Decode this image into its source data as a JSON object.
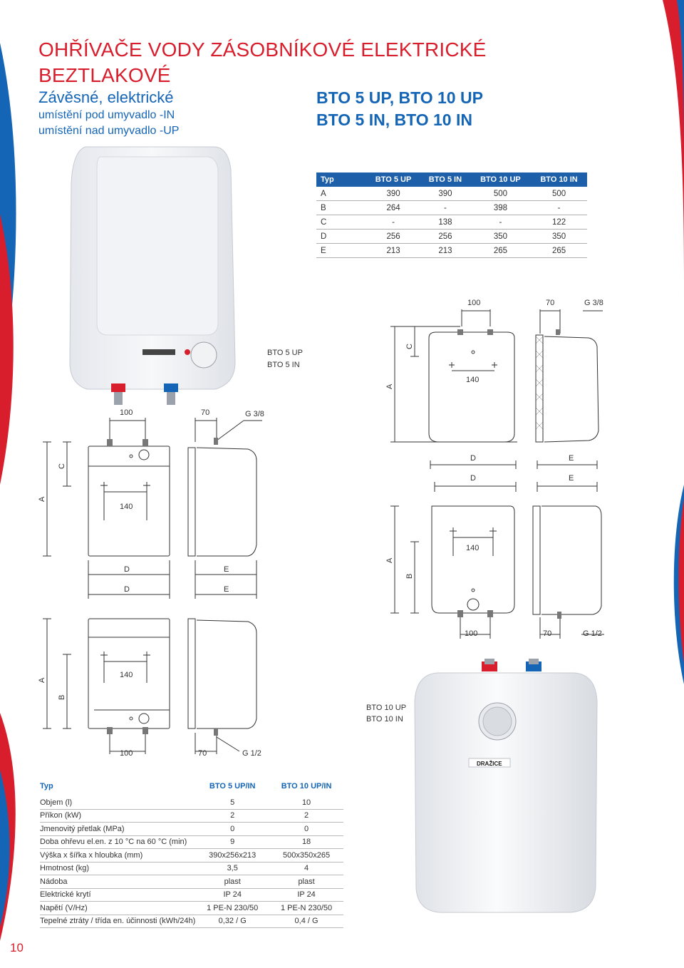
{
  "header": {
    "title_line1": "OHŘÍVAČE VODY ZÁSOBNÍKOVÉ ELEKTRICKÉ",
    "title_line2": "BEZTLAKOVÉ",
    "subtitle": "Závěsné, elektrické",
    "placement_in": "umístění pod umyvadlo -IN",
    "placement_up": "umístění nad umyvadlo -UP",
    "models_line1": "BTO 5 UP, BTO 10 UP",
    "models_line2": "BTO 5 IN, BTO 10 IN"
  },
  "dimension_table": {
    "headers": [
      "Typ",
      "BTO 5 UP",
      "BTO 5 IN",
      "BTO 10 UP",
      "BTO 10 IN"
    ],
    "rows": [
      [
        "A",
        "390",
        "390",
        "500",
        "500"
      ],
      [
        "B",
        "264",
        "-",
        "398",
        "-"
      ],
      [
        "C",
        "-",
        "138",
        "-",
        "122"
      ],
      [
        "D",
        "256",
        "256",
        "350",
        "350"
      ],
      [
        "E",
        "213",
        "213",
        "265",
        "265"
      ]
    ]
  },
  "drawings": {
    "small_label_1": "BTO 5 UP",
    "small_label_2": "BTO 5 IN",
    "large_label_1": "BTO 10 UP",
    "large_label_2": "BTO 10 IN",
    "dim_100": "100",
    "dim_70": "70",
    "dim_140": "140",
    "thread_38": "G 3/8",
    "thread_12": "G 1/2",
    "letter_a": "A",
    "letter_b": "B",
    "letter_c": "C",
    "letter_d": "D",
    "letter_e": "E",
    "brand": "DRAŽICE"
  },
  "spec_table": {
    "headers": [
      "Typ",
      "BTO 5 UP/IN",
      "BTO 10 UP/IN"
    ],
    "rows": [
      [
        "Objem (l)",
        "5",
        "10"
      ],
      [
        "Příkon (kW)",
        "2",
        "2"
      ],
      [
        "Jmenovitý přetlak (MPa)",
        "0",
        "0"
      ],
      [
        "Doba ohřevu el.en. z 10 °C na 60 °C (min)",
        "9",
        "18"
      ],
      [
        "Výška x šířka x hloubka (mm)",
        "390x256x213",
        "500x350x265"
      ],
      [
        "Hmotnost (kg)",
        "3,5",
        "4"
      ],
      [
        "Nádoba",
        "plast",
        "plast"
      ],
      [
        "Elektrické krytí",
        "IP 24",
        "IP 24"
      ],
      [
        "Napětí (V/Hz)",
        "1 PE-N 230/50",
        "1 PE-N 230/50"
      ],
      [
        "Tepelné ztráty / třída en. účinnosti (kWh/24h)",
        "0,32 / G",
        "0,4 / G"
      ]
    ]
  },
  "footer": {
    "page_number": "10"
  },
  "colors": {
    "red": "#d81e2c",
    "blue": "#1565b6",
    "table_header": "#1d5fa8"
  }
}
